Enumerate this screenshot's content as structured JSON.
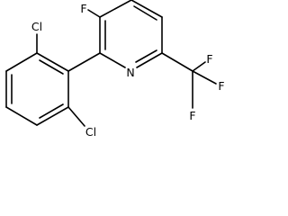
{
  "molecule": {
    "labels": {
      "cl_top": "Cl",
      "cl_bottom": "Cl",
      "f_ring": "F",
      "n_ring": "N",
      "f_cf3_right": "F",
      "f_cf3_top": "F",
      "f_cf3_bottom": "F"
    }
  }
}
